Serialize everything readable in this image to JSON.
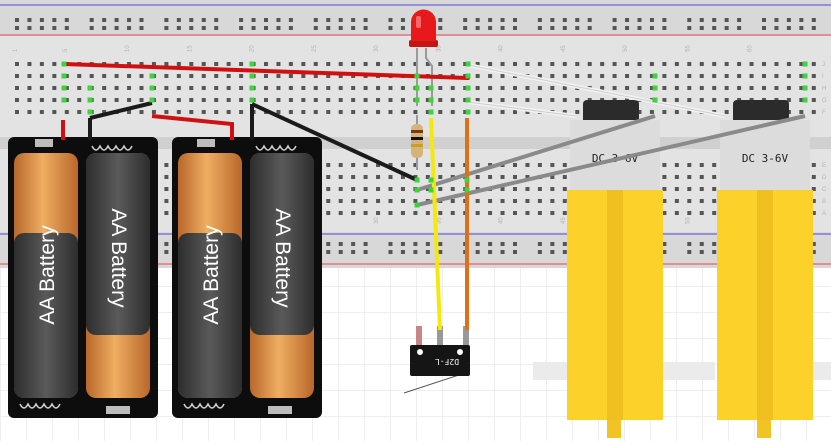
{
  "breadboard": {
    "column_numbers": [
      "1",
      "5",
      "10",
      "15",
      "20",
      "25",
      "30",
      "35",
      "40",
      "45",
      "50",
      "55",
      "60"
    ],
    "row_letters_top": [
      "J",
      "I",
      "H",
      "G",
      "F"
    ],
    "row_letters_bottom": [
      "E",
      "D",
      "C",
      "B",
      "A"
    ]
  },
  "batteries": [
    {
      "label_left": "AA Battery",
      "label_right": "AA Battery"
    },
    {
      "label_left": "AA Battery",
      "label_right": "AA Battery"
    }
  ],
  "motors": [
    {
      "label": "DC 3-6V"
    },
    {
      "label": "DC 3-6V"
    }
  ],
  "switch": {
    "label": "D2F-L"
  },
  "colors": {
    "wire_red": "#d01010",
    "wire_black": "#1a1a1a",
    "wire_white": "#f2f2f2",
    "wire_gray": "#8a8a8a",
    "wire_yellow": "#f4e80c",
    "wire_orange": "#e07018",
    "motor_yellow": "#fcd22a",
    "led_red": "#e8191c",
    "breadboard": "#e3e3e3",
    "battery_copper": "#d9832e"
  }
}
